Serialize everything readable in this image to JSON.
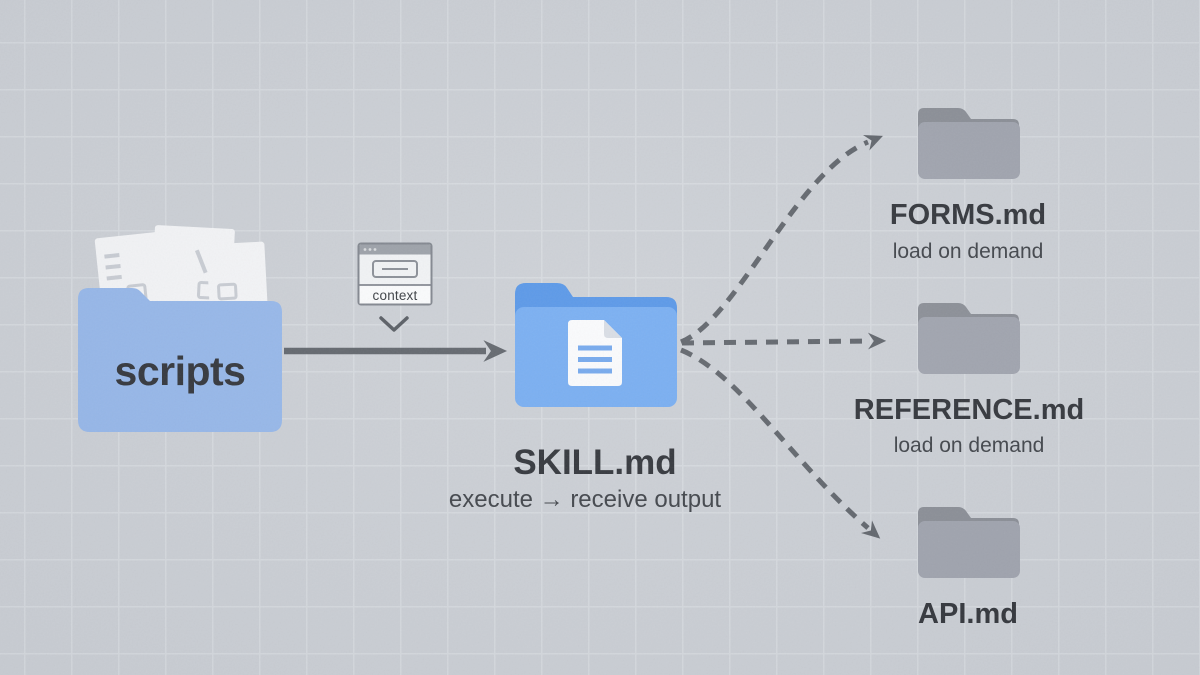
{
  "diagram": {
    "scripts_folder": {
      "label": "scripts"
    },
    "context_badge": {
      "label": "context"
    },
    "skill_node": {
      "title": "SKILL.md",
      "subtitle": "execute → receive output"
    },
    "targets": [
      {
        "title": "FORMS.md",
        "subtitle": "load on demand"
      },
      {
        "title": "REFERENCE.md",
        "subtitle": "load on demand"
      },
      {
        "title": "API.md"
      }
    ]
  },
  "colors": {
    "bg": "#c9cdd3",
    "grid-line": "#d4d8dd",
    "blue-folder": "#8fb3e9",
    "skill-back": "#4c8fe6",
    "skill-front": "#6ea8f1",
    "gray-back": "#83878f",
    "gray-front": "#9a9ea9",
    "arrow": "#565b62",
    "text-dark": "#24272d",
    "text-mid": "#33373d",
    "paper": "#f4f5f7"
  }
}
